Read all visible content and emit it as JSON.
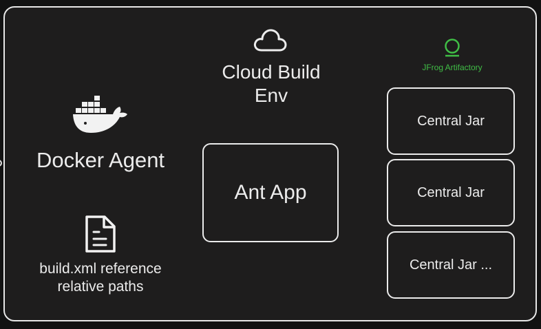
{
  "cloud_env": {
    "title": "Cloud Build Env"
  },
  "docker": {
    "label": "Docker Agent"
  },
  "build_file": {
    "caption": "build.xml reference relative paths"
  },
  "ant_app": {
    "label": "Ant App"
  },
  "artifactory": {
    "logo_text": "JFrog Artifactory",
    "jars": [
      "Central Jar",
      "Central Jar",
      "Central Jar ..."
    ]
  },
  "icons": {
    "cloud": "cloud-icon",
    "docker": "docker-whale-icon",
    "document": "document-icon",
    "jfrog": "jfrog-logo-icon"
  },
  "colors": {
    "background": "#1e1d1d",
    "stroke": "#ececec",
    "jfrog_green": "#40be46"
  }
}
